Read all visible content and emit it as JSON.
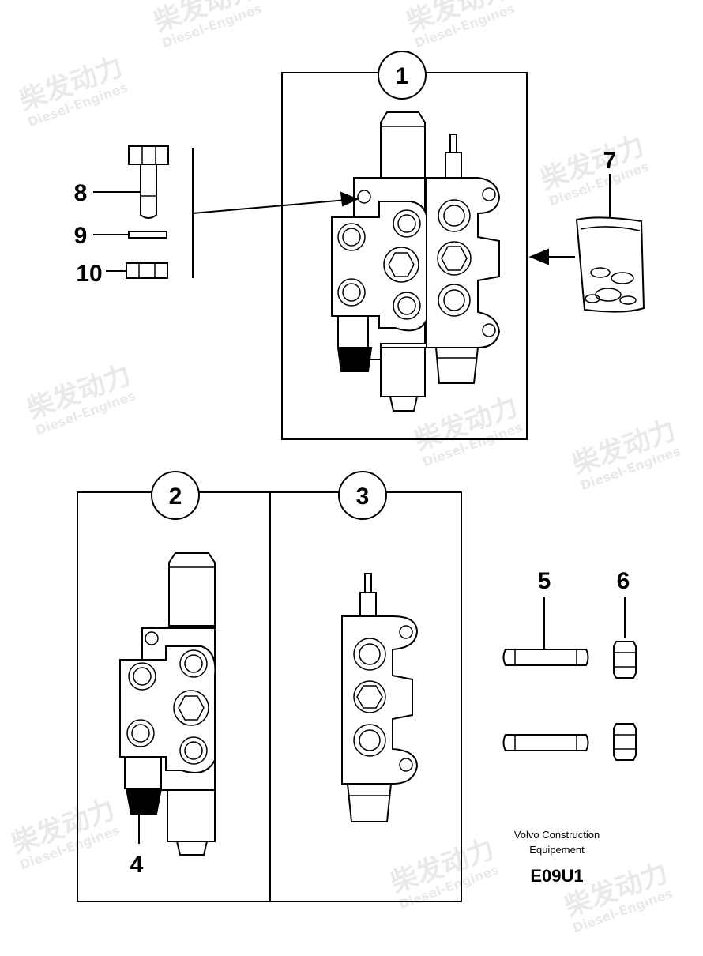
{
  "diagram": {
    "callouts": {
      "c1": "1",
      "c2": "2",
      "c3": "3",
      "c4": "4",
      "c5": "5",
      "c6": "6",
      "c7": "7",
      "c8": "8",
      "c9": "9",
      "c10": "10"
    },
    "caption_line1": "Volvo Construction",
    "caption_line2": "Equipement",
    "drawing_code": "E09U1"
  },
  "watermark": {
    "brand": "柴发动力",
    "subtitle": "Diesel-Engines"
  },
  "colors": {
    "line": "#000000",
    "background": "#ffffff",
    "watermark": "#d8d8d8"
  }
}
